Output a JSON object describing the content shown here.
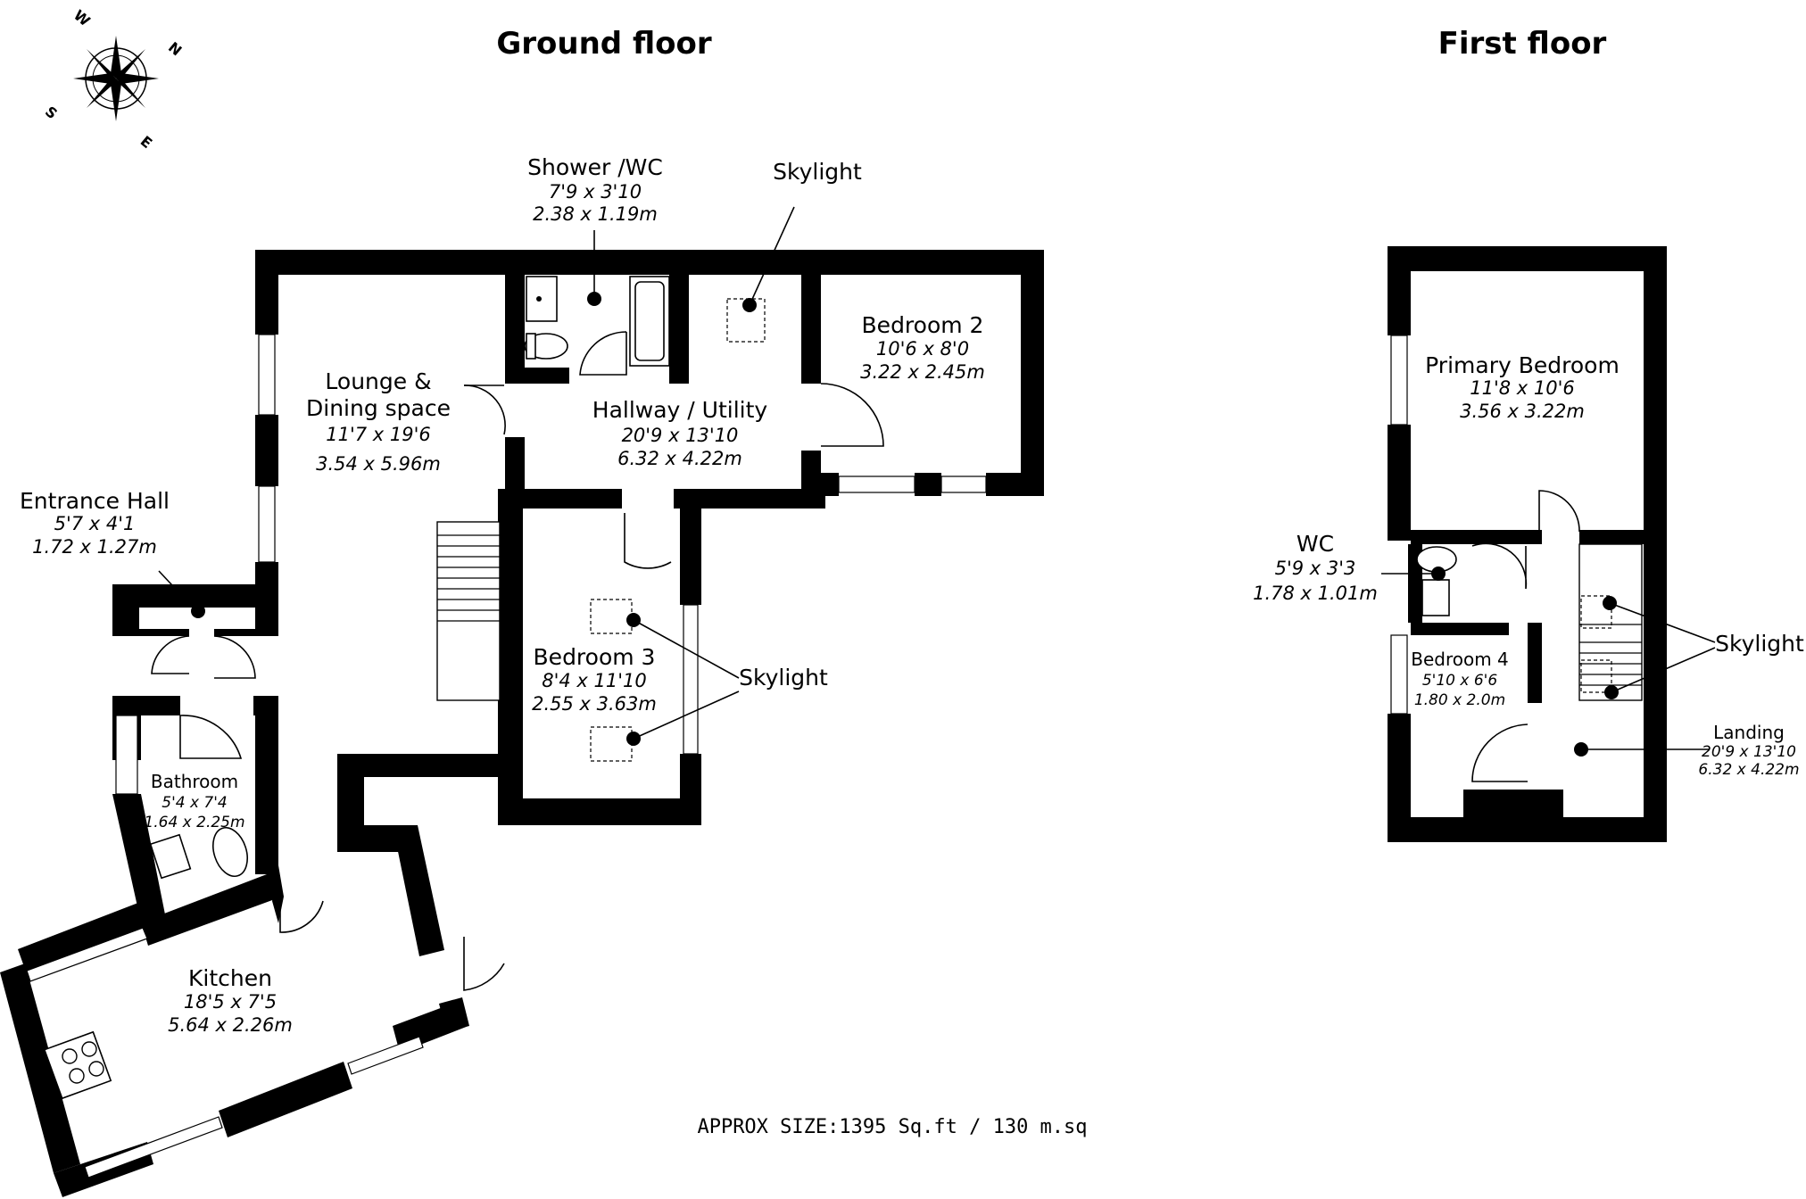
{
  "headings": {
    "ground": "Ground floor",
    "first": "First floor"
  },
  "compass": {
    "n": "N",
    "e": "E",
    "s": "S",
    "w": "W"
  },
  "approx_size": "APPROX SIZE:1395 Sq.ft / 130 m.sq",
  "ground_rooms": {
    "shower": {
      "name": "Shower /WC",
      "imperial": "7'9 x 3'10",
      "metric": "2.38 x 1.19m"
    },
    "lounge": {
      "name_line1": "Lounge &",
      "name_line2": "Dining space",
      "imperial": "11'7 x 19'6",
      "metric": "3.54 x 5.96m"
    },
    "hallway": {
      "name": "Hallway / Utility",
      "imperial": "20'9 x 13'10",
      "metric": "6.32 x 4.22m"
    },
    "bedroom2": {
      "name": "Bedroom 2",
      "imperial": "10'6 x 8'0",
      "metric": "3.22 x 2.45m"
    },
    "entrance": {
      "name": "Entrance Hall",
      "imperial": "5'7 x 4'1",
      "metric": "1.72 x 1.27m"
    },
    "bedroom3": {
      "name": "Bedroom 3",
      "imperial": "8'4 x 11'10",
      "metric": "2.55 x 3.63m"
    },
    "bathroom": {
      "name": "Bathroom",
      "imperial": "5'4 x 7'4",
      "metric": "1.64 x 2.25m"
    },
    "kitchen": {
      "name": "Kitchen",
      "imperial": "18'5 x 7'5",
      "metric": "5.64 x 2.26m"
    }
  },
  "first_rooms": {
    "primary": {
      "name": "Primary Bedroom",
      "imperial": "11'8 x 10'6",
      "metric": "3.56 x 3.22m"
    },
    "wc": {
      "name": "WC",
      "imperial": "5'9 x 3'3",
      "metric": "1.78 x 1.01m"
    },
    "bedroom4": {
      "name": "Bedroom 4",
      "imperial": "5'10 x 6'6",
      "metric": "1.80 x 2.0m"
    },
    "landing": {
      "name": "Landing",
      "imperial": "20'9 x 13'10",
      "metric": "6.32 x 4.22m"
    }
  },
  "skylight_labels": {
    "top": "Skylight",
    "bedroom3": "Skylight",
    "first": "Skylight"
  }
}
